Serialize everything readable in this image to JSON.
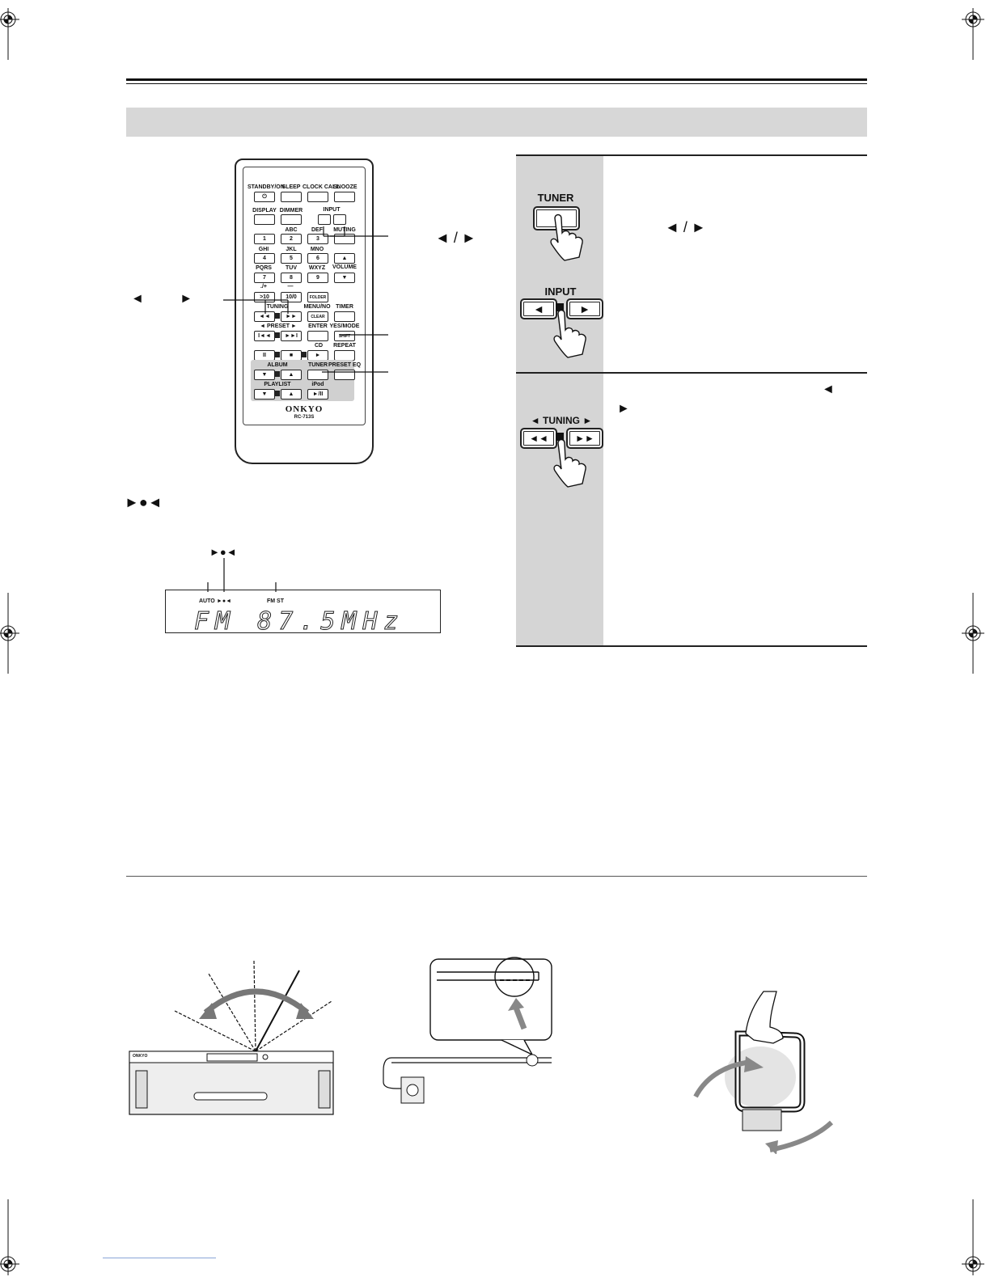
{
  "remote": {
    "brand": "ONKYO",
    "model": "RC-713S",
    "row1": [
      "STANDBY/ON",
      "SLEEP",
      "CLOCK CALL",
      "SNOOZE"
    ],
    "standby_symbol": "⏻",
    "row2": [
      "DISPLAY",
      "DIMMER"
    ],
    "input_label": "INPUT",
    "num_letters": [
      "ABC",
      "DEF",
      "MUTING",
      "GHI",
      "JKL",
      "MNO",
      "PQRS",
      "TUV",
      "WXYZ",
      "VOLUME"
    ],
    "num_keys": [
      "1",
      "2",
      "3",
      "4",
      "5",
      "6",
      "7",
      "8",
      "9",
      ">10",
      "10/0",
      "FOLDER"
    ],
    "plus_label": "./+",
    "dash_label": "—",
    "tuning_label": "TUNING",
    "menu_label": "MENU/NO",
    "clear_label": "CLEAR",
    "timer_label": "TIMER",
    "preset_label": "◄ PRESET ►",
    "enter_label": "ENTER",
    "yes_label": "YES/MODE",
    "shift_label": "SHIFT",
    "cd_label": "CD",
    "repeat_label": "REPEAT",
    "album_label": "ALBUM",
    "tuner_label": "TUNER",
    "preset_eq_label": "PRESET EQ",
    "playlist_label": "PLAYLIST",
    "ipod_label": "iPod",
    "ipod_play": "►/II"
  },
  "callouts": {
    "left_arrows": "◄          ►",
    "right_arrows": "◄ / ►",
    "tuned_symbol": "►●◄",
    "display_symbol": "►●◄"
  },
  "display": {
    "auto": "AUTO",
    "tuned": "►●◄",
    "fmst": "FM ST",
    "readout": "FM 87.5MHz"
  },
  "steps": {
    "tuner_key": "TUNER",
    "input_key": "INPUT",
    "input_arrows_text": "◄ / ►",
    "tuning_key": "◄ TUNING ►",
    "step2_arrows": "◄",
    "step2_arrow_b": "►"
  },
  "figures": {
    "unit_brand": "ONKYO"
  }
}
